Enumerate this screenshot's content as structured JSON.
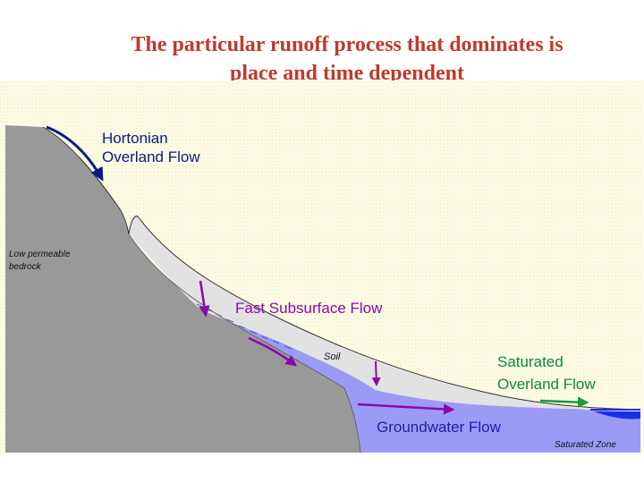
{
  "title": {
    "line1": "The particular runoff process that dominates is",
    "line2": "place and time dependent"
  },
  "labels": {
    "hortonian_line1": "Hortonian",
    "hortonian_line2": "Overland Flow",
    "bedrock_line1": "Low permeable",
    "bedrock_line2": "bedrock",
    "fast_subsurface": "Fast Subsurface Flow",
    "soil": "Soil",
    "saturated_line1": "Saturated",
    "saturated_line2": "Overland Flow",
    "groundwater": "Groundwater Flow",
    "saturated_zone": "Saturated Zone"
  },
  "colors": {
    "background": "#fdfbe3",
    "bedrock": "#999999",
    "soil": "#e2e2e2",
    "groundwater": "#9b9bf5",
    "water": "#1a2ee8",
    "title": "#c0392b",
    "hortonian_label": "#0a1a8a",
    "subsurface_label": "#8a0aa8",
    "saturated_label": "#0a8a3a",
    "groundwater_label": "#1e1ea8"
  }
}
